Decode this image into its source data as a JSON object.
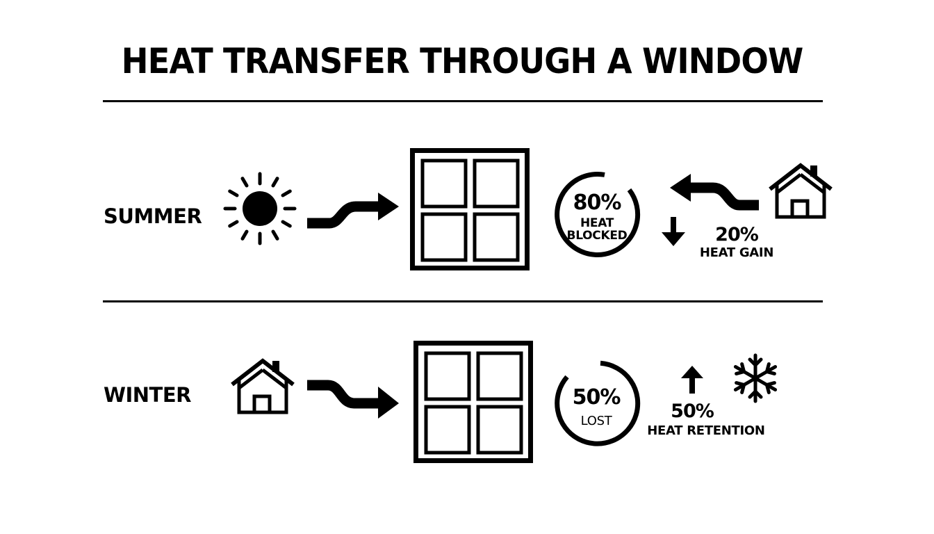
{
  "title": "HEAT TRANSFER THROUGH A WINDOW",
  "colors": {
    "ink": "#000000",
    "background": "#ffffff"
  },
  "summer": {
    "label": "SUMMER",
    "source_icon": "sun-icon",
    "flow_arrow": "wavy-arrow-right",
    "window_icon": "window-icon",
    "gauge": {
      "value": "80%",
      "caption_line1": "HEAT",
      "caption_line2": "BLOCKED",
      "percent": 80
    },
    "return_arrow": "wavy-arrow-left",
    "target_icon": "house-icon",
    "indicator_arrow": "arrow-down-icon",
    "stat": {
      "value": "20%",
      "caption": "HEAT GAIN"
    }
  },
  "winter": {
    "label": "WINTER",
    "source_icon": "house-icon",
    "flow_arrow": "wavy-arrow-right",
    "window_icon": "window-icon",
    "gauge": {
      "value": "50%",
      "caption": "LOST",
      "percent": 50
    },
    "indicator_arrow": "arrow-up-icon",
    "stat": {
      "value": "50%",
      "caption": "HEAT RETENTION"
    },
    "target_icon": "snowflake-icon"
  }
}
